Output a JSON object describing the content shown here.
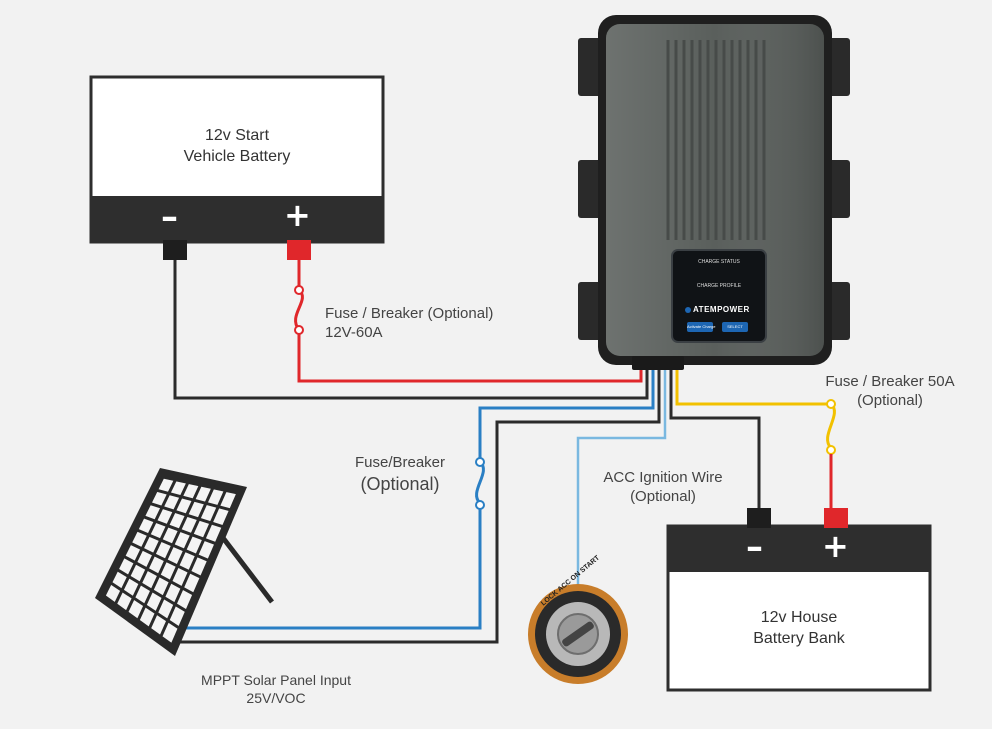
{
  "start_battery": {
    "title_line1": "12v Start",
    "title_line2": "Vehicle Battery",
    "neg_sign": "–",
    "pos_sign": "+"
  },
  "house_battery": {
    "title_line1": "12v House",
    "title_line2": "Battery Bank",
    "neg_sign": "–",
    "pos_sign": "+"
  },
  "labels": {
    "fuse_start_line1": "Fuse / Breaker (Optional)",
    "fuse_start_line2": "12V-60A",
    "fuse_house_line1": "Fuse / Breaker 50A",
    "fuse_house_line2": "(Optional)",
    "fuse_solar_line1": "Fuse/Breaker",
    "fuse_solar_line2": "(Optional)",
    "acc_line1": "ACC Ignition Wire",
    "acc_line2": "(Optional)",
    "solar_line1": "MPPT Solar Panel Input",
    "solar_line2": "25V/VOC"
  },
  "charger": {
    "brand": "ATEMPOWER",
    "charge_status": "CHARGE STATUS",
    "charge_profile": "CHARGE PROFILE",
    "button_left": "Activate Charge",
    "button_right": "SELECT"
  },
  "ignition": {
    "positions": "LOCK ACC ON START"
  },
  "colors": {
    "positive_wire": "#e0272b",
    "negative_wire": "#2b2b2b",
    "solar_wire": "#2a7fc4",
    "acc_wire": "#7ab8e0",
    "house_positive_wire": "#f2c100",
    "battery_body": "#2e2e2e",
    "charger_body": "#5a5f5c"
  }
}
